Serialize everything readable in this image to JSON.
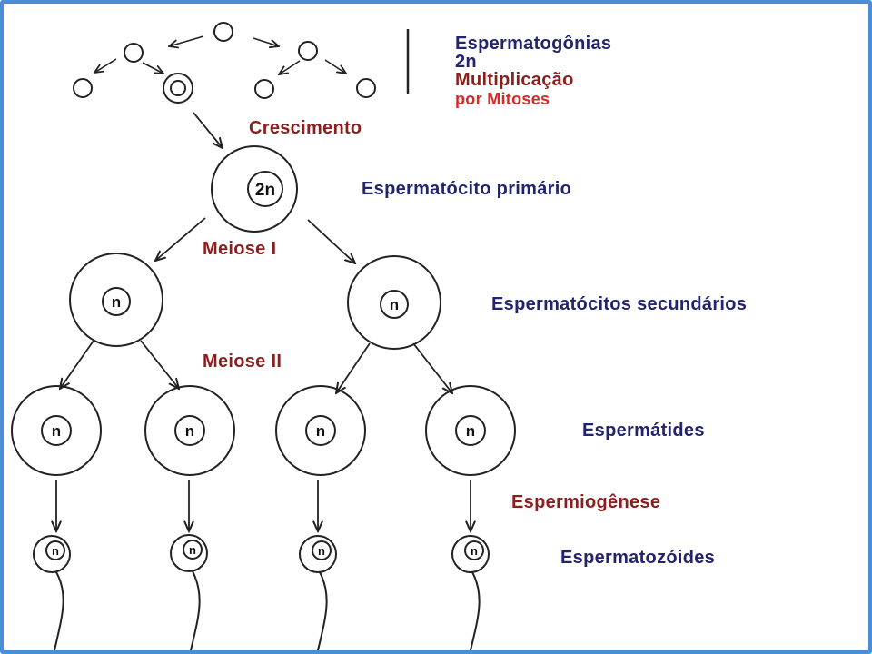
{
  "labels": {
    "spermatogonia": "Espermatogônias",
    "ploidy_2n": "2n",
    "multiplication": "Multiplicação",
    "by_mitosis": "por Mitoses",
    "growth": "Crescimento",
    "primary_spermatocyte": "Espermatócito primário",
    "meiosis_1": "Meiose I",
    "secondary_spermatocytes": "Espermatócitos secundários",
    "meiosis_2": "Meiose II",
    "spermatids": "Espermátides",
    "spermiogenesis": "Espermiogênese",
    "spermatozoa": "Espermatozóides"
  },
  "cells": {
    "primary_nucleus": "2n",
    "secondary_nucleus": "n",
    "spermatid_nucleus": "n",
    "sperm_nucleus": "n"
  },
  "colors": {
    "frame": "#4a8fd6",
    "stage_label": "#23246e",
    "process_label": "#8b1e1e",
    "highlight": "#d42a2a"
  }
}
